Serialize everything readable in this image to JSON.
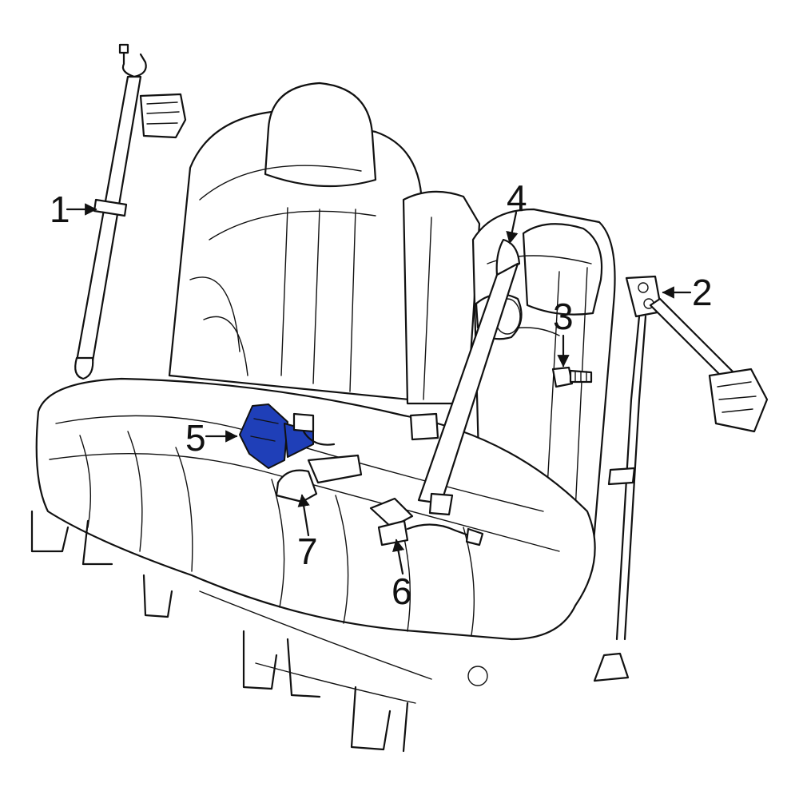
{
  "colors": {
    "highlight": "#1f3fb8",
    "line": "#111111",
    "background": "#ffffff"
  },
  "callouts": {
    "c1": "1",
    "c2": "2",
    "c3": "3",
    "c4": "4",
    "c5": "5",
    "c6": "6",
    "c7": "7"
  }
}
